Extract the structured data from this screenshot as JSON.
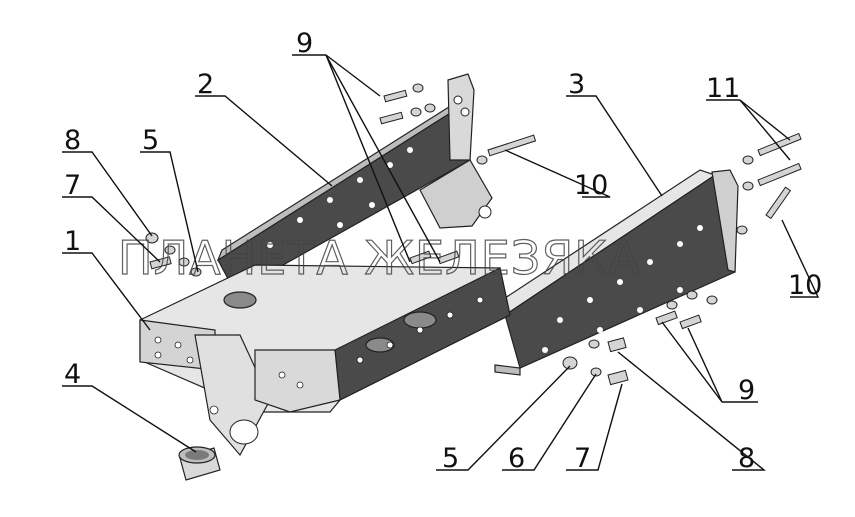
{
  "watermark": "ПЛАНЕТА ЖЕЛЕЗЯКА",
  "callouts": {
    "c1": "1",
    "c2": "2",
    "c3": "3",
    "c4": "4",
    "c5a": "5",
    "c5b": "5",
    "c6": "6",
    "c7a": "7",
    "c7b": "7",
    "c8a": "8",
    "c8b": "8",
    "c9a": "9",
    "c9b": "9",
    "c10a": "10",
    "c10b": "10",
    "c11": "11"
  },
  "colors": {
    "part_light": "#e6e6e6",
    "part_mid": "#bdbdbd",
    "part_dark": "#4a4a4a",
    "line": "#111111"
  }
}
